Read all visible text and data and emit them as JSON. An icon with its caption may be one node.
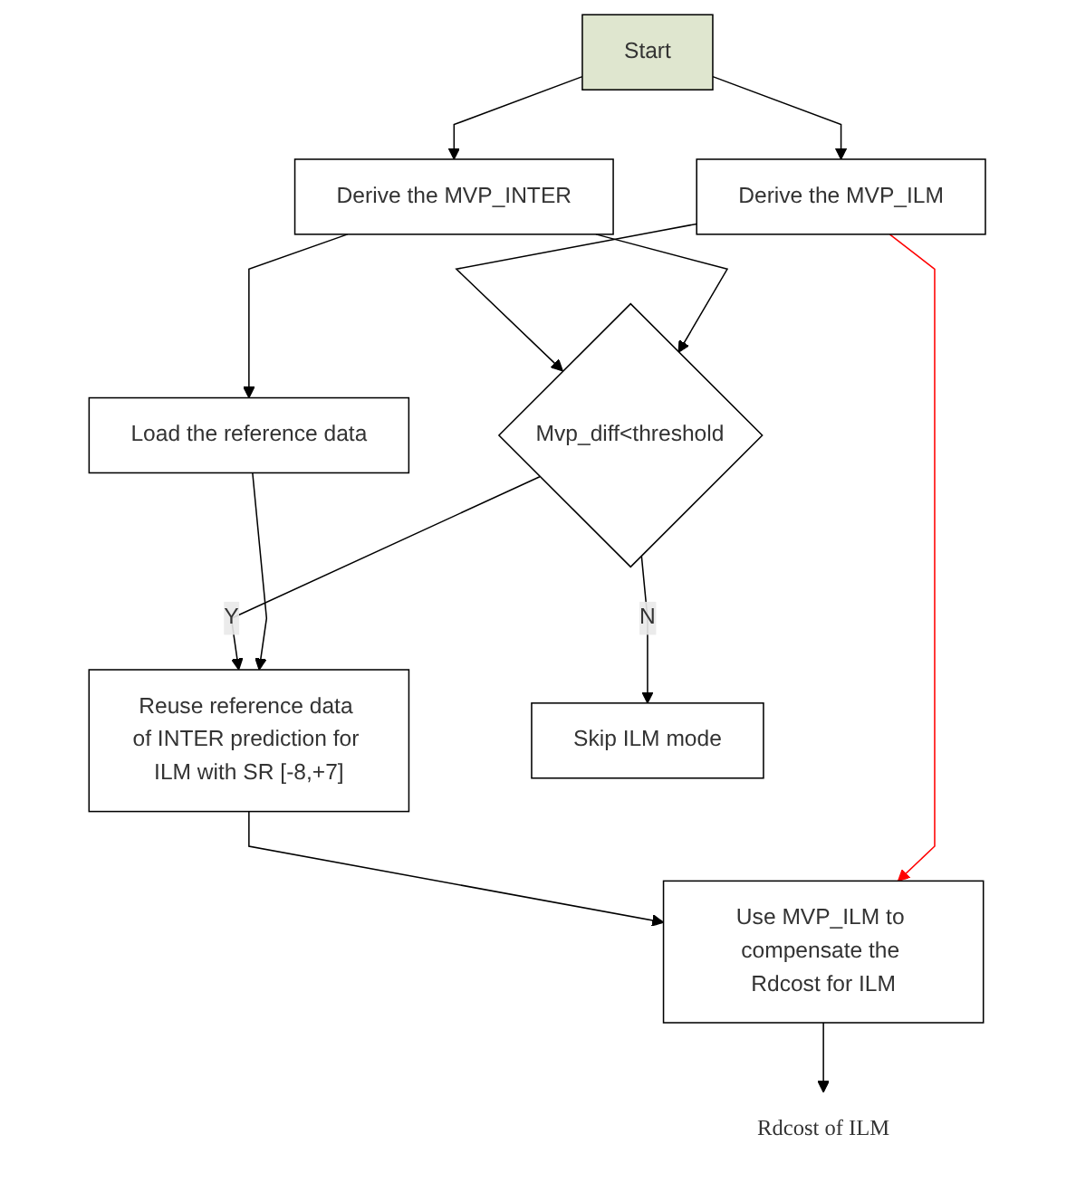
{
  "diagram": {
    "nodes": [
      {
        "text": [
          "Start"
        ]
      },
      {
        "text": [
          "Derive the MVP_ILM"
        ]
      },
      {
        "text": [
          "Derive the MVP_INTER"
        ]
      },
      {
        "text": [
          "Mvp_diff<threshold"
        ]
      },
      {
        "text": [
          "Skip ILM mode"
        ]
      },
      {
        "text": [
          "Load the reference data"
        ]
      },
      {
        "text": [
          "Reuse reference data of INTER prediction for ILM with SR [-8,+7]"
        ]
      },
      {
        "text": [
          "Use MVP_ILM to compensate the Rdcost for ILM"
        ]
      },
      {
        "text": [
          "Rdcost of ILM"
        ]
      }
    ],
    "edges": [
      {
        "from": 0,
        "to": 1,
        "arrow": "to"
      },
      {
        "from": 0,
        "to": 2,
        "arrow": "to"
      },
      {
        "from": 1,
        "to": 3,
        "arrow": "to"
      },
      {
        "from": 2,
        "to": 3,
        "arrow": "to"
      },
      {
        "from": 2,
        "to": 5,
        "arrow": "to"
      },
      {
        "from": 3,
        "to": 4,
        "label": "N",
        "arrow": "to"
      },
      {
        "from": 3,
        "to": 6,
        "label": "Y",
        "arrow": "to"
      },
      {
        "from": 5,
        "to": 6,
        "arrow": "to"
      },
      {
        "from": 6,
        "to": 7,
        "arrow": "to"
      },
      {
        "from": 1,
        "to": 7,
        "arrow": "to",
        "color": "#ff0000"
      },
      {
        "from": 7,
        "to": 8,
        "arrow": "to"
      }
    ]
  }
}
